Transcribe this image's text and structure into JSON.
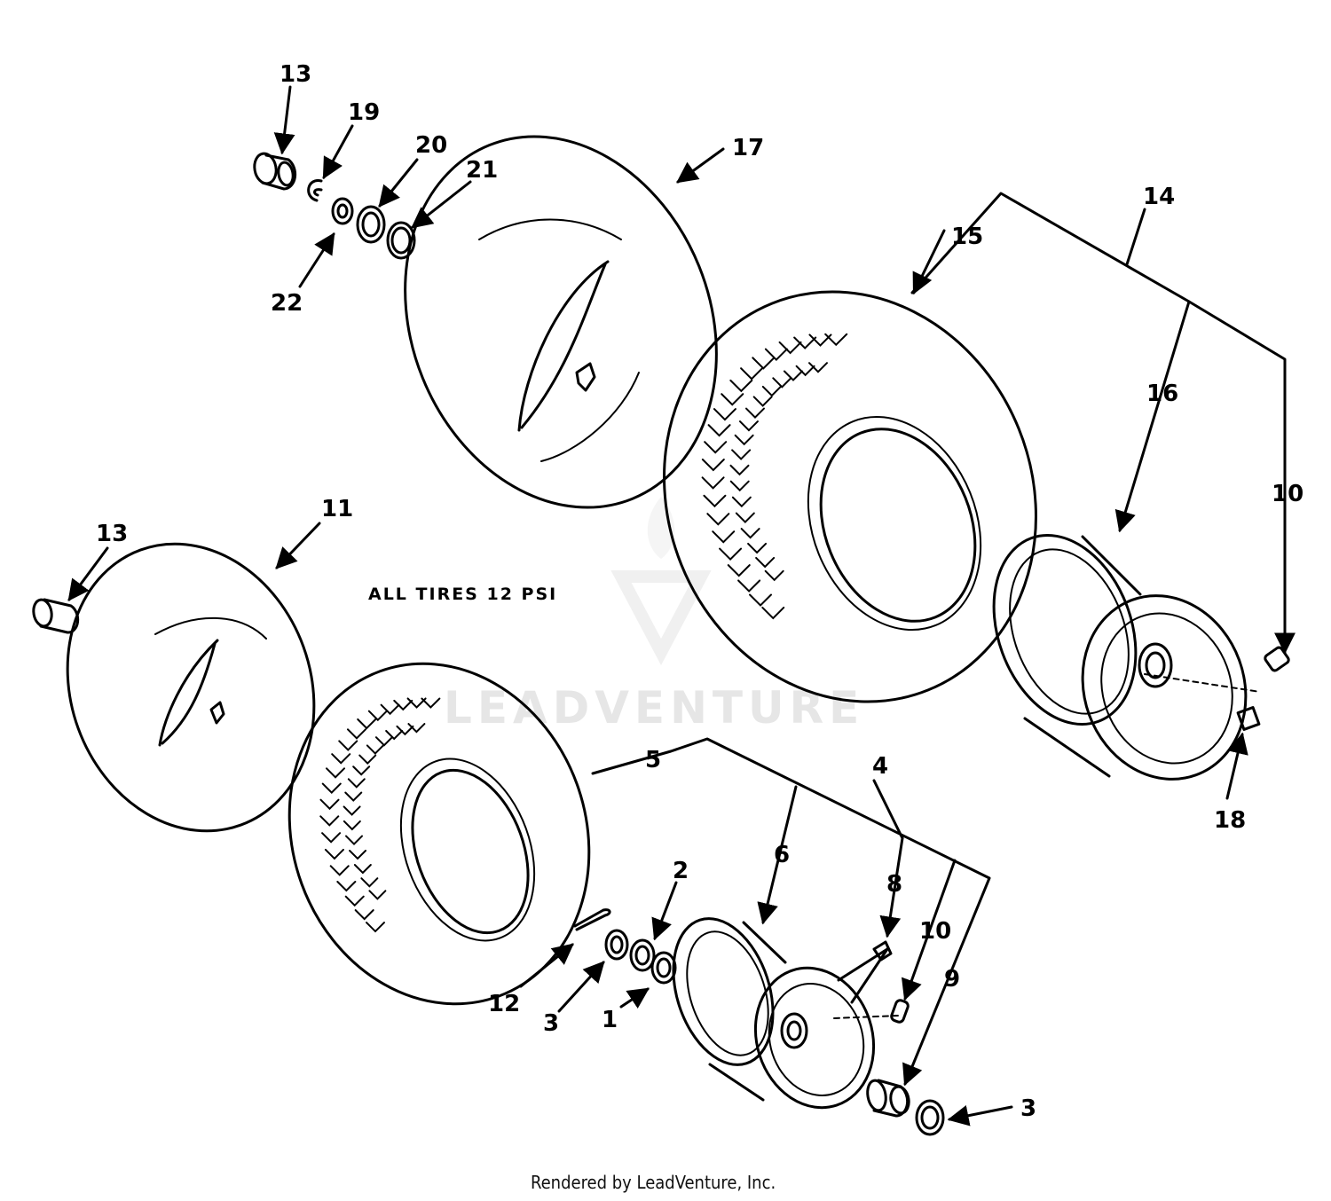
{
  "note": "ALL TIRES 12 PSI",
  "watermark": "LEADVENTURE",
  "footer": "Rendered by LeadVenture, Inc.",
  "callouts": {
    "rear_bushing": "13",
    "rear_clip": "19",
    "rear_washer_20": "20",
    "rear_washer_21": "21",
    "rear_bearing_22": "22",
    "rear_tube": "17",
    "rear_wheel_assy": "14",
    "rear_tire": "15",
    "rear_rim": "16",
    "rear_valve": "10",
    "rear_valve_cap": "18",
    "front_bushing": "13",
    "front_tube": "11",
    "front_tire": "5",
    "front_wheel_assy": "4",
    "front_rim": "6",
    "front_fitting": "8",
    "front_valve": "10",
    "front_bearing": "9",
    "front_pin": "12",
    "front_washer_3a": "3",
    "front_washer_2": "2",
    "front_washer_1": "1",
    "front_washer_3b": "3"
  }
}
